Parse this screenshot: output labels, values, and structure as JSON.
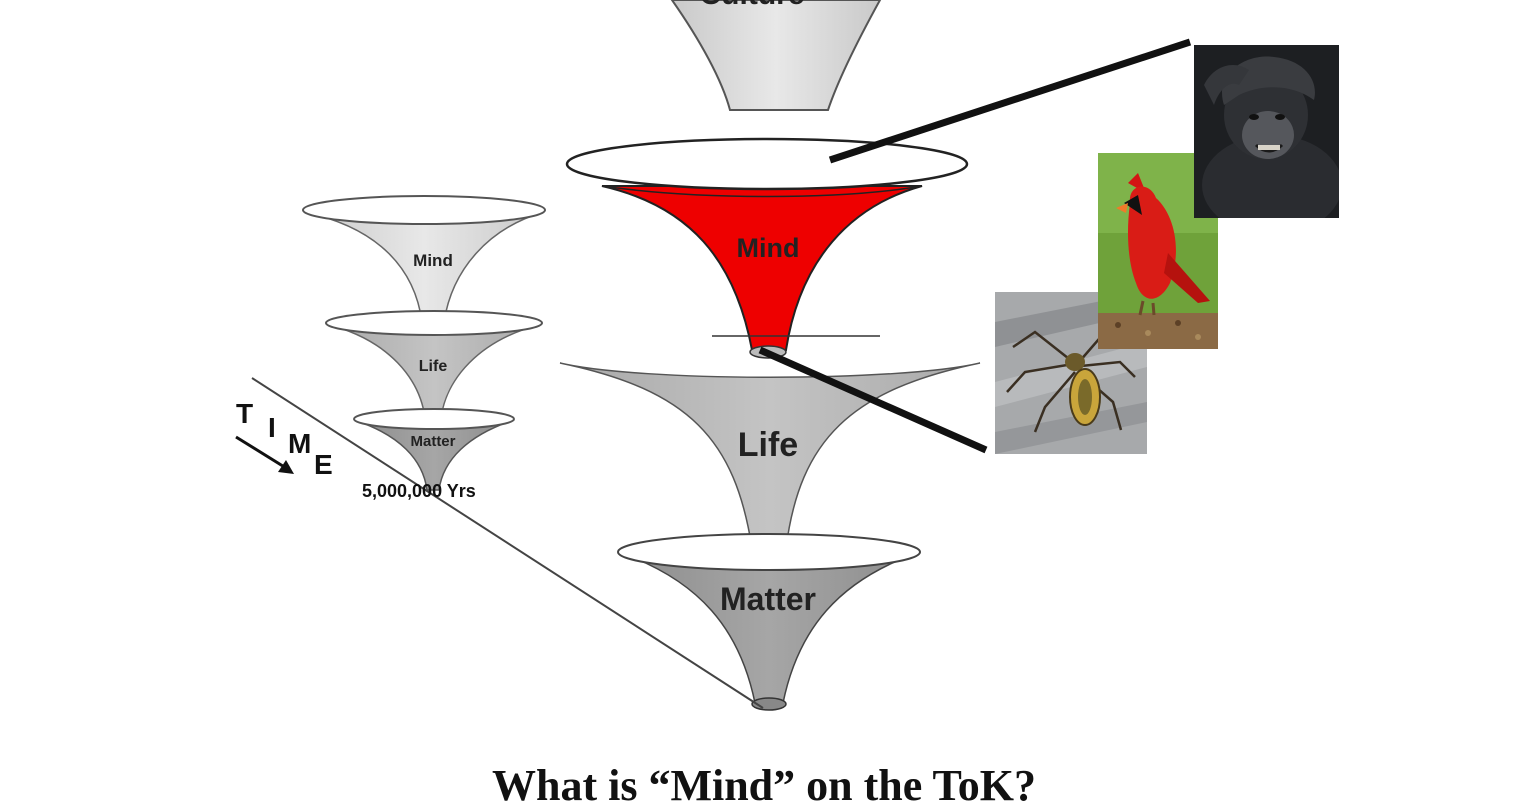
{
  "diagram": {
    "top_cone_label": "Culture",
    "main_cones": {
      "mind": "Mind",
      "life": "Life",
      "matter": "Matter"
    },
    "small_cones": {
      "mind": "Mind",
      "life": "Life",
      "matter": "Matter"
    },
    "time_letters": [
      "T",
      "I",
      "M",
      "E"
    ],
    "time_span": "5,000,000 Yrs",
    "mind_color": "#ee0000",
    "photos": [
      "chimpanzee",
      "cardinal-bird",
      "spider"
    ]
  },
  "caption": "What is “Mind” on the ToK?"
}
